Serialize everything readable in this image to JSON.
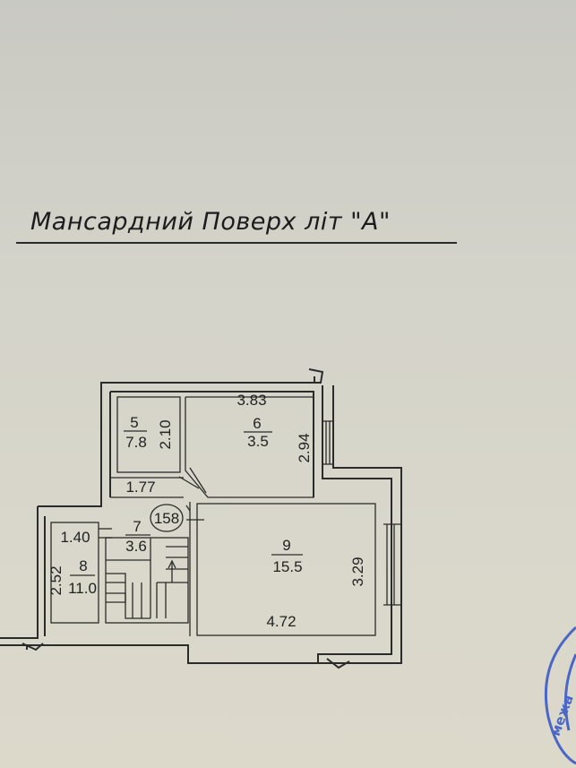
{
  "plan": {
    "title": "Мансардний Поверх літ \"А\"",
    "building_number": "158"
  },
  "rooms": [
    {
      "number": "5",
      "area": "7.8"
    },
    {
      "number": "6",
      "area": "3.5"
    },
    {
      "number": "7",
      "area": "3.6"
    },
    {
      "number": "8",
      "area": "11.0"
    },
    {
      "number": "9",
      "area": "15.5"
    }
  ],
  "dimensions": {
    "room8_width": "3.83",
    "room8_depth": "2.94",
    "room7_depth": "2.10",
    "hall_width": "1.77",
    "room6_width": "1.40",
    "room6_depth": "2.52",
    "room9_depth": "3.29",
    "room9_width": "4.72"
  },
  "stamp": {
    "text": "межа",
    "color": "#4a67c8"
  }
}
